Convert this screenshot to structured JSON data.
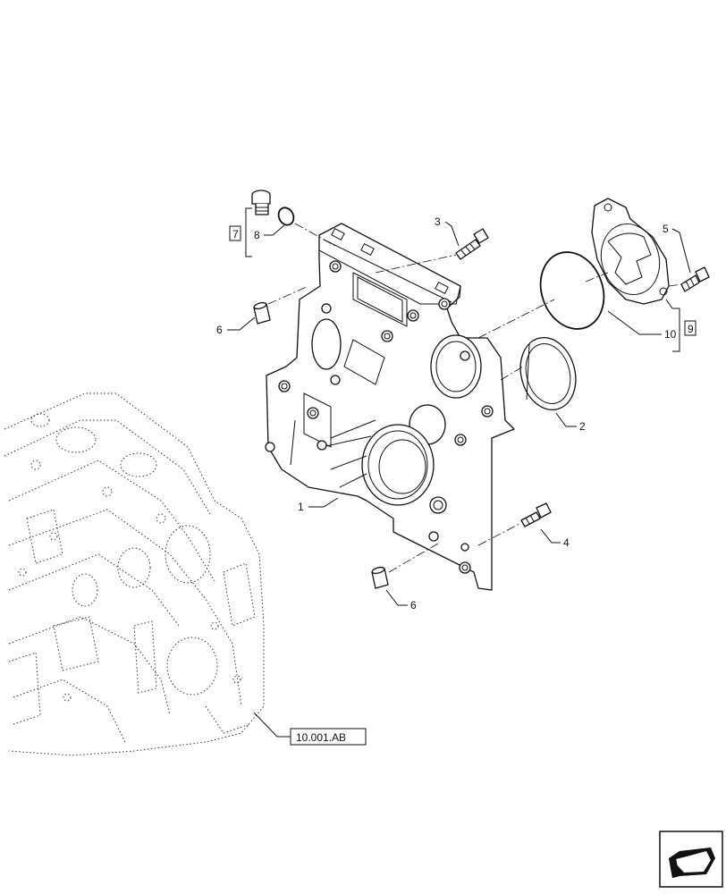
{
  "callouts": {
    "c1": "1",
    "c2": "2",
    "c3": "3",
    "c4": "4",
    "c5": "5",
    "c6a": "6",
    "c6b": "6",
    "c7": "7",
    "c8": "8",
    "c9": "9",
    "c10": "10"
  },
  "reference": {
    "label": "10.001.AB"
  }
}
